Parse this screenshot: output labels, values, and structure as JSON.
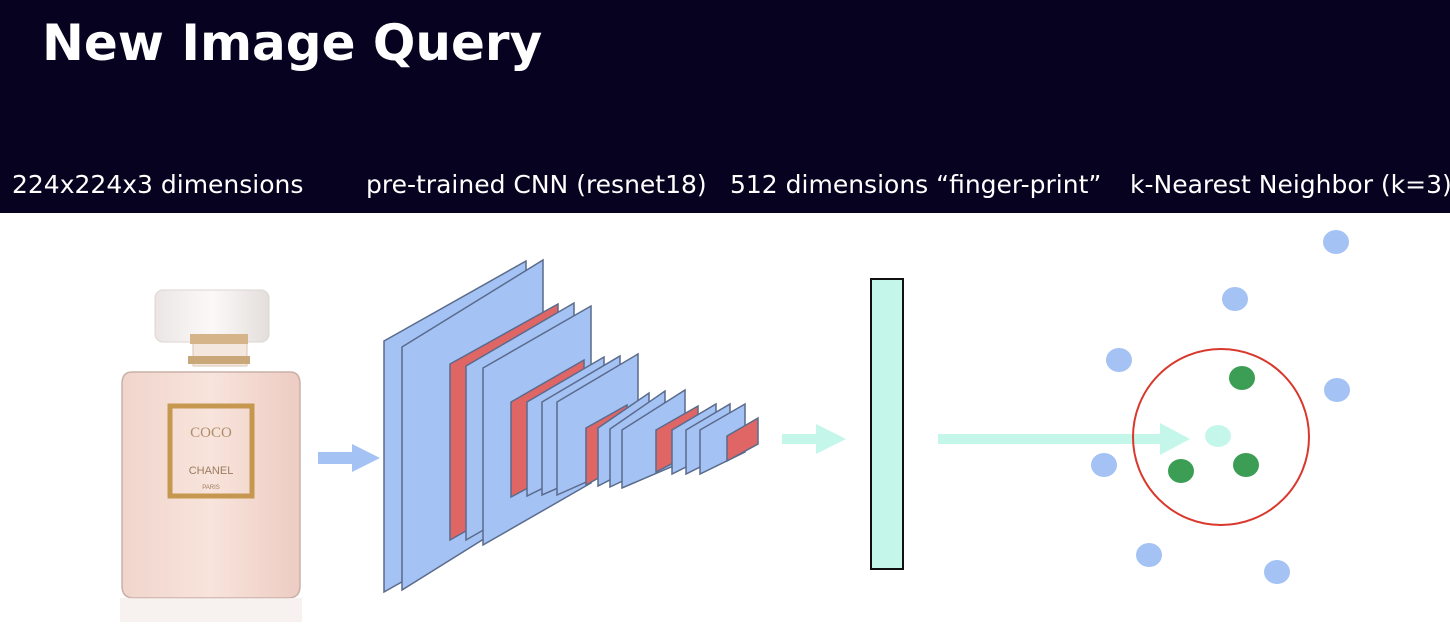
{
  "title": "New Image Query",
  "labels": {
    "input": "224x224x3 dimensions",
    "cnn": "pre-trained CNN (resnet18)",
    "fingerprint": "512 dimensions “finger-print”",
    "knn": "k-Nearest Neighbor (k=3)"
  },
  "perfume_label": {
    "line1": "COCO",
    "line2": "CHANEL",
    "line3": "PARIS"
  },
  "colors": {
    "header_bg": "#07021f",
    "layer_blue": "#a4c2f4",
    "layer_red": "#e06666",
    "fingerprint": "#c4f7ea",
    "neighbor_green": "#3c9e54",
    "circle_red": "#d9382c"
  }
}
